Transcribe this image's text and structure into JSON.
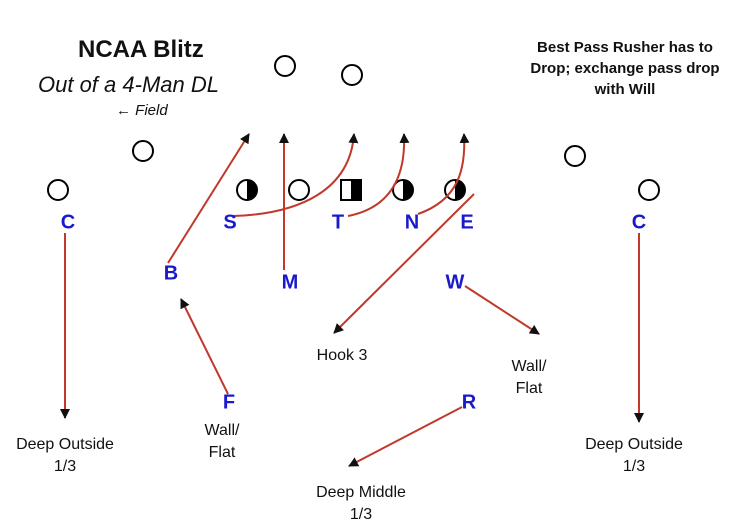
{
  "title": "NCAA Blitz",
  "subtitle": "Out of a 4-Man DL",
  "field_arrow": "←",
  "field_label": "Field",
  "note": "Best Pass Rusher has to Drop; exchange pass drop with Will",
  "positions": {
    "c_left": "C",
    "s": "S",
    "t": "T",
    "n": "N",
    "e": "E",
    "c_right": "C",
    "b": "B",
    "m": "M",
    "w": "W",
    "f": "F",
    "r": "R"
  },
  "labels": {
    "deep_outside_left": "Deep Outside 1/3",
    "wall_flat_left": "Wall/ Flat",
    "hook_3": "Hook 3",
    "wall_flat_right": "Wall/ Flat",
    "deep_middle": "Deep Middle 1/3",
    "deep_outside_right": "Deep Outside 1/3"
  },
  "colors": {
    "route": "#c0392b",
    "defender_text": "#1a1acc",
    "offense_outline": "#000000"
  }
}
